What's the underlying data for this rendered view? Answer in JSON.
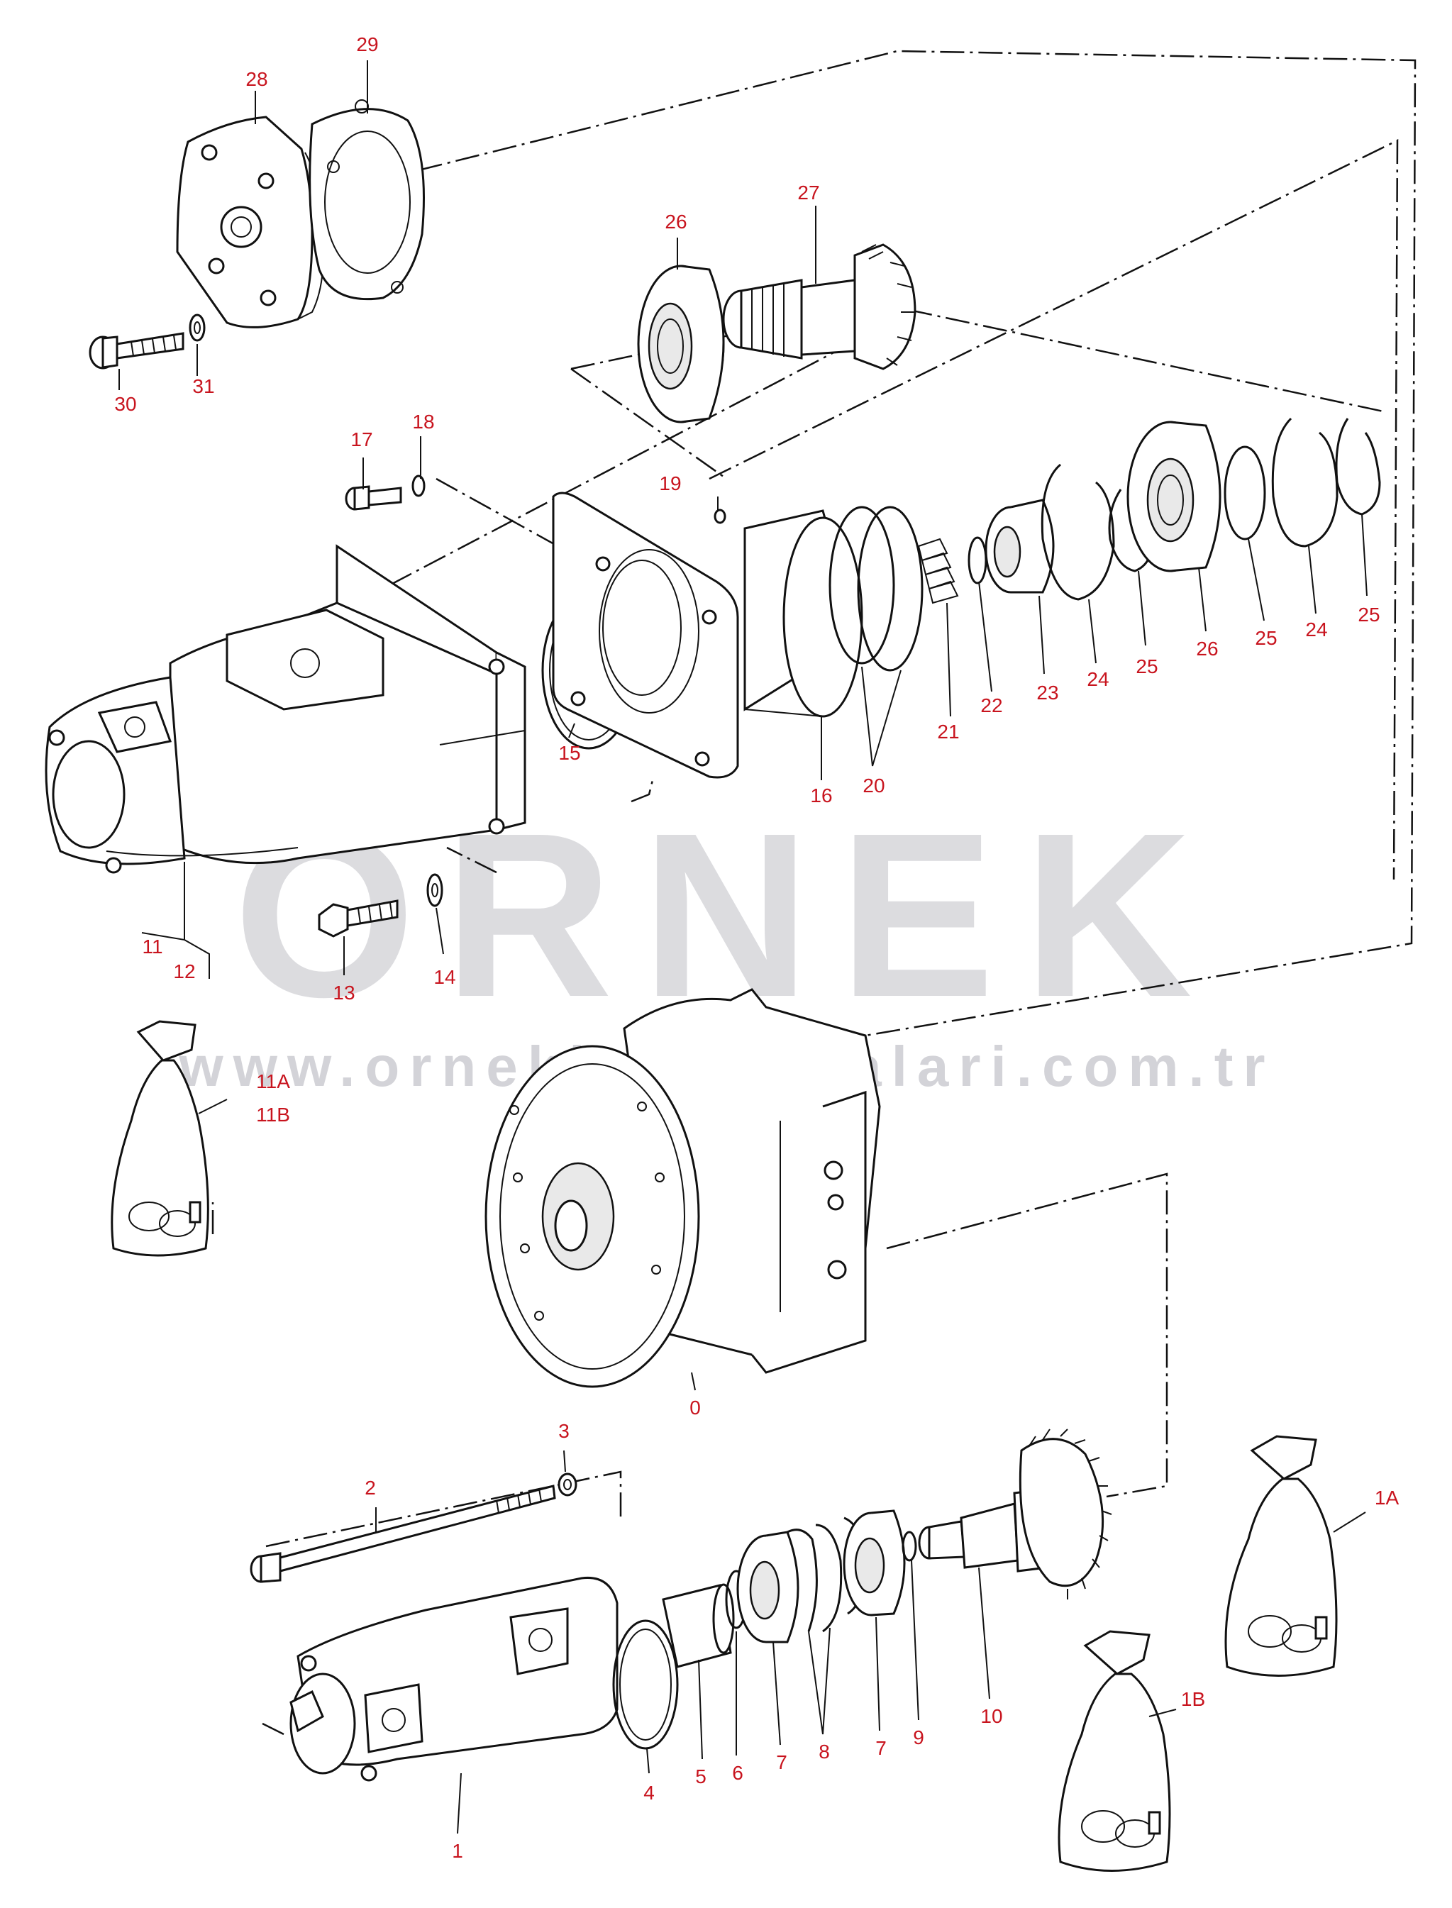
{
  "watermark": {
    "logo_word": "ÖRNEK",
    "url": "www.ornekismakinalari.com.tr"
  },
  "callouts": [
    {
      "id": "28",
      "text": "28"
    },
    {
      "id": "29",
      "text": "29"
    },
    {
      "id": "27",
      "text": "27"
    },
    {
      "id": "26a",
      "text": "26"
    },
    {
      "id": "30",
      "text": "30"
    },
    {
      "id": "31",
      "text": "31"
    },
    {
      "id": "17",
      "text": "17"
    },
    {
      "id": "18",
      "text": "18"
    },
    {
      "id": "19",
      "text": "19"
    },
    {
      "id": "15",
      "text": "15"
    },
    {
      "id": "16",
      "text": "16"
    },
    {
      "id": "20",
      "text": "20"
    },
    {
      "id": "21",
      "text": "21"
    },
    {
      "id": "22",
      "text": "22"
    },
    {
      "id": "23",
      "text": "23"
    },
    {
      "id": "24a",
      "text": "24"
    },
    {
      "id": "25a",
      "text": "25"
    },
    {
      "id": "26b",
      "text": "26"
    },
    {
      "id": "25b",
      "text": "25"
    },
    {
      "id": "24b",
      "text": "24"
    },
    {
      "id": "25c",
      "text": "25"
    },
    {
      "id": "11",
      "text": "11"
    },
    {
      "id": "12",
      "text": "12"
    },
    {
      "id": "13",
      "text": "13"
    },
    {
      "id": "14",
      "text": "14"
    },
    {
      "id": "11A",
      "text": "11A"
    },
    {
      "id": "11B",
      "text": "11B"
    },
    {
      "id": "0",
      "text": "0"
    },
    {
      "id": "3",
      "text": "3"
    },
    {
      "id": "2",
      "text": "2"
    },
    {
      "id": "1A",
      "text": "1A"
    },
    {
      "id": "1B",
      "text": "1B"
    },
    {
      "id": "4",
      "text": "4"
    },
    {
      "id": "5",
      "text": "5"
    },
    {
      "id": "6",
      "text": "6"
    },
    {
      "id": "7a",
      "text": "7"
    },
    {
      "id": "8",
      "text": "8"
    },
    {
      "id": "7b",
      "text": "7"
    },
    {
      "id": "9",
      "text": "9"
    },
    {
      "id": "10",
      "text": "10"
    },
    {
      "id": "1",
      "text": "1"
    }
  ]
}
